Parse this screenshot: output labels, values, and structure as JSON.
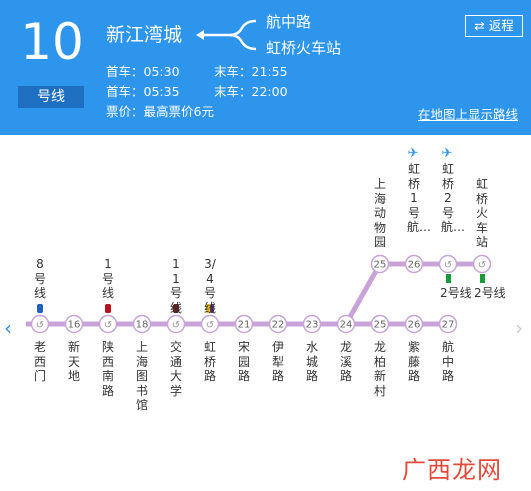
{
  "header": {
    "line_number": "10",
    "line_suffix": "号线",
    "origin": "新江湾城",
    "destinations": [
      "航中路",
      "虹桥火车站"
    ],
    "times": [
      {
        "first": "首车：05:30",
        "last": "末车：21:55"
      },
      {
        "first": "首车：05:35",
        "last": "末车：22:00"
      }
    ],
    "fare": "票价：最高票价6元",
    "return_label": "返程",
    "map_link": "在地图上显示路线"
  },
  "colors": {
    "header_bg": "#2e95ed",
    "line_color": "#c9a3d8",
    "accent": "#2e95ed"
  },
  "stations_main": [
    {
      "num": "",
      "name": "老西门",
      "transfer": "8号线",
      "marker_color": "#1f5fbf"
    },
    {
      "num": "16",
      "name": "新天地",
      "transfer": "",
      "marker_color": ""
    },
    {
      "num": "",
      "name": "陕西南路",
      "transfer": "1号线",
      "marker_color": "#b5121b"
    },
    {
      "num": "18",
      "name": "上海图书馆",
      "transfer": "",
      "marker_color": ""
    },
    {
      "num": "",
      "name": "交通大学",
      "transfer": "11号线",
      "marker_color": "#6b1e1e"
    },
    {
      "num": "",
      "name": "虹桥路",
      "transfer": "3/4号线",
      "marker_color": "#f1c400|#5b2c8a"
    },
    {
      "num": "21",
      "name": "宋园路",
      "transfer": "",
      "marker_color": ""
    },
    {
      "num": "22",
      "name": "伊犁路",
      "transfer": "",
      "marker_color": ""
    },
    {
      "num": "23",
      "name": "水城路",
      "transfer": "",
      "marker_color": ""
    },
    {
      "num": "24",
      "name": "龙溪路",
      "transfer": "",
      "marker_color": ""
    },
    {
      "num": "25",
      "name": "龙柏新村",
      "transfer": "",
      "marker_color": ""
    },
    {
      "num": "26",
      "name": "紫藤路",
      "transfer": "",
      "marker_color": ""
    },
    {
      "num": "27",
      "name": "航中路",
      "transfer": "",
      "marker_color": ""
    }
  ],
  "stations_branch": [
    {
      "num": "25",
      "name": "上海动物园",
      "transfer": "",
      "airport": false
    },
    {
      "num": "26",
      "name": "虹桥1号航…",
      "transfer": "",
      "airport": true
    },
    {
      "num": "",
      "name": "虹桥2号航…",
      "transfer": "2号线",
      "airport": true
    },
    {
      "num": "",
      "name": "虹桥火车站",
      "transfer": "2号线",
      "airport": false
    }
  ],
  "watermark": {
    "brand": "广西龙网",
    "brand_prefix": "广",
    "brand_rest": "西龙网"
  },
  "icons": {
    "transfer": "transfer-icon",
    "airport": "airplane-icon",
    "prev": "chevron-left-icon",
    "next": "chevron-right-icon",
    "swap": "swap-icon"
  }
}
